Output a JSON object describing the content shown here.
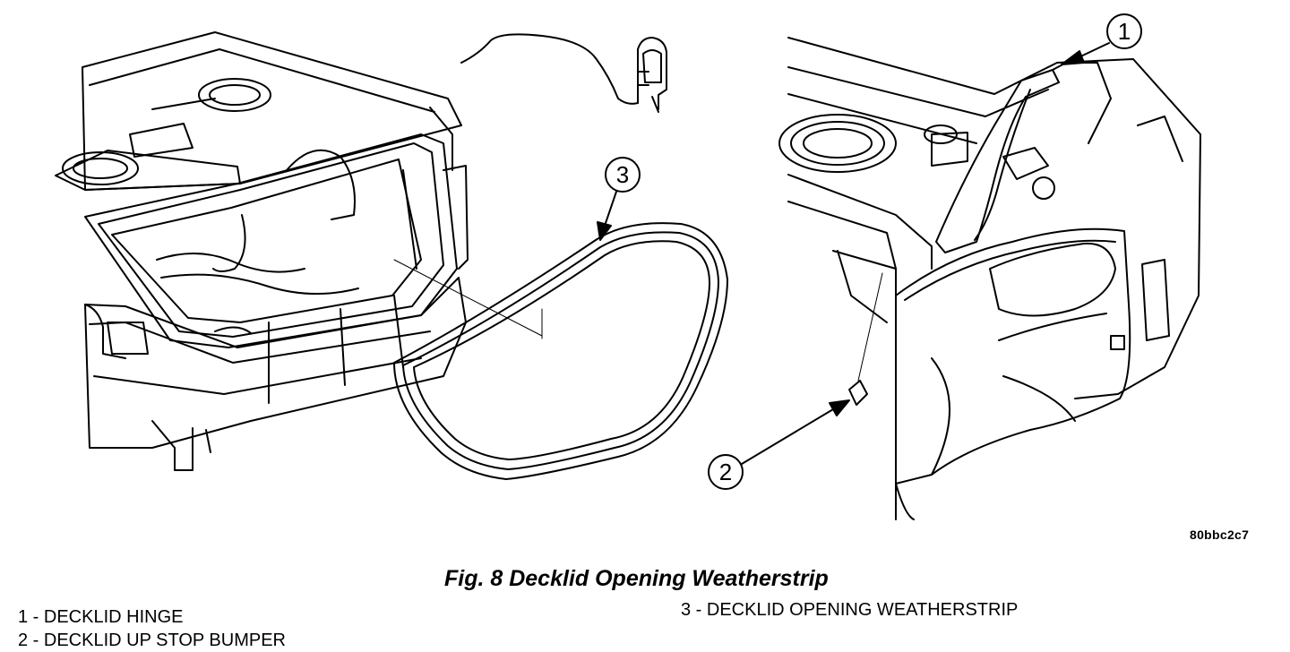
{
  "callouts": [
    {
      "number": "1",
      "target": "decklid hinge"
    },
    {
      "number": "2",
      "target": "decklid up stop bumper"
    },
    {
      "number": "3",
      "target": "decklid opening weatherstrip"
    }
  ],
  "figure_code": "80bbc2c7",
  "caption": "Fig. 8 Decklid Opening Weatherstrip",
  "legend": {
    "left": [
      "1 - DECKLID HINGE",
      "2 - DECKLID UP STOP BUMPER"
    ],
    "right": [
      "3 - DECKLID OPENING WEATHERSTRIP"
    ]
  }
}
